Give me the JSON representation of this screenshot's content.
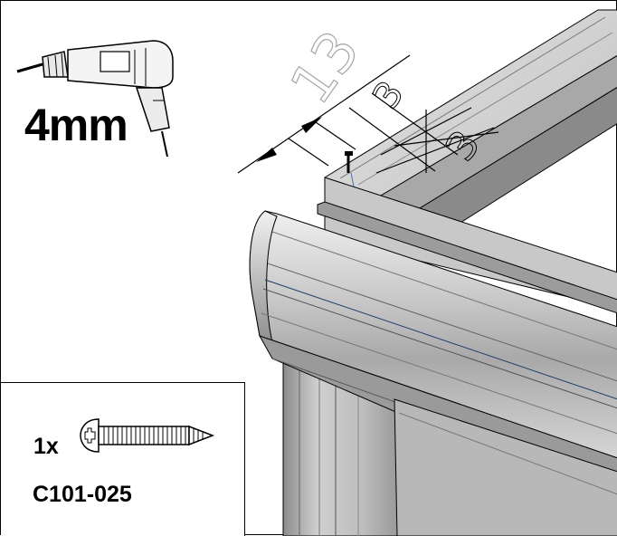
{
  "drill": {
    "bit_size": "4mm"
  },
  "dimensions": {
    "offset_along": "13",
    "offset_a": "3",
    "offset_b": "3"
  },
  "parts": {
    "quantity": "1x",
    "code": "C101-025"
  },
  "colors": {
    "profile_light": "#d9d9d9",
    "profile_mid": "#b3b3b3",
    "profile_dark": "#7a7a7a",
    "outline": "#000000",
    "dim_line": "#000000",
    "dim_text": "#a6a6a6"
  },
  "icons": [
    "drill-icon",
    "screw-icon"
  ]
}
